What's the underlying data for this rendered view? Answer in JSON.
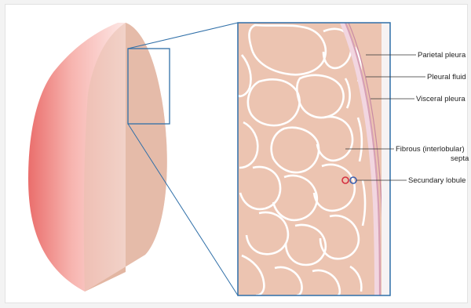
{
  "labels": {
    "parietal_pleura": "Parietal pleura",
    "pleural_fluid": "Pleural fluid",
    "visceral_pleura": "Visceral pleura",
    "fibrous_septa_line1": "Fibrous (interlobular)",
    "fibrous_septa_line2": "septa",
    "secundary_lobule": "Secundary lobule"
  },
  "colors": {
    "lung_outer": "#f07a78",
    "lung_inner": "#fbe0de",
    "lung_cut": "#e4b8a4",
    "tissue": "#ecc4b1",
    "septa": "#ffffff",
    "zoom_frame": "#2f6fa8",
    "pleura": "#dba8bb",
    "lobule_red": "#d43040",
    "lobule_blue": "#3a5fb0"
  }
}
